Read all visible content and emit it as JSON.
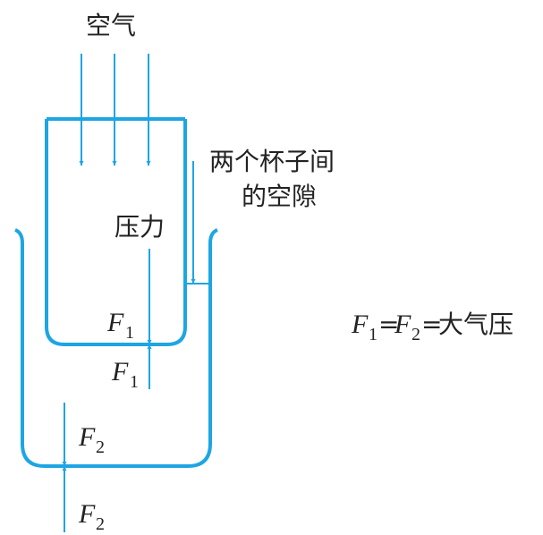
{
  "labels": {
    "air": "空气",
    "gap_line1": "两个杯子间",
    "gap_line2": "的空隙",
    "pressure": "压力",
    "F": "F",
    "sub1": "1",
    "sub2": "2",
    "equals": "=",
    "atmospheric_pressure": "大气压"
  },
  "colors": {
    "line": "#1ea5e3",
    "text": "#222222"
  }
}
